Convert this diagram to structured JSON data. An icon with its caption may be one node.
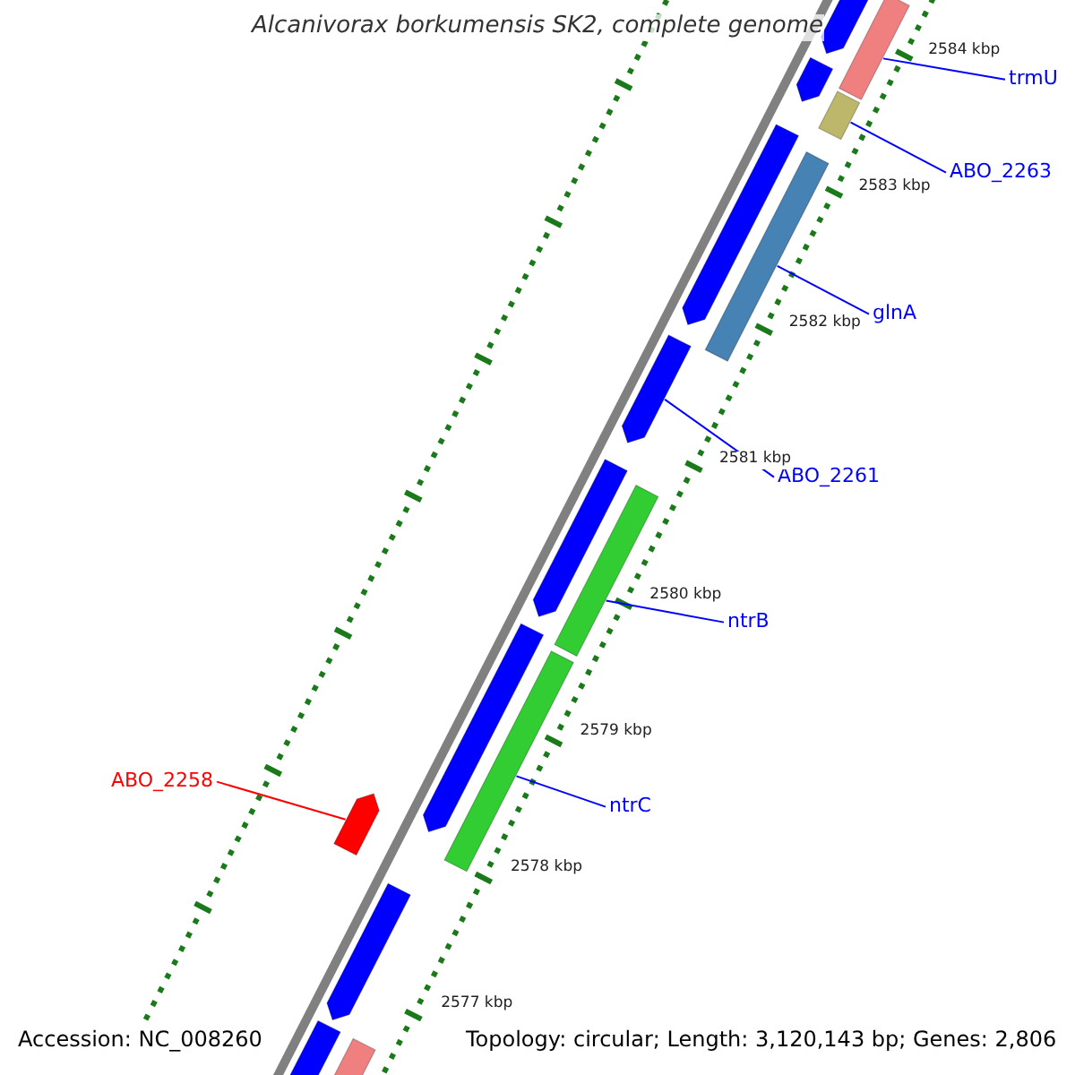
{
  "diagram": {
    "title": "Alcanivorax borkumensis SK2, complete genome",
    "nodes": [
      {
        "text": [
          "trmU"
        ]
      },
      {
        "text": [],
        "shape": "bar"
      },
      {
        "text": [
          "ABO_2263"
        ]
      },
      {
        "text": [],
        "shape": "bar"
      },
      {
        "text": [
          "glnA"
        ]
      },
      {
        "text": [],
        "shape": "bar"
      },
      {
        "text": [
          "ABO_2261"
        ]
      },
      {
        "text": [],
        "shape": "bar"
      },
      {
        "text": [
          "ntrB"
        ]
      },
      {
        "text": [],
        "shape": "bar"
      },
      {
        "text": [
          "ntrC"
        ]
      },
      {
        "text": [],
        "shape": "bar"
      },
      {
        "text": [
          "ABO_2258"
        ]
      },
      {
        "text": [],
        "shape": "bar"
      },
      {
        "text": [],
        "shape": "bar"
      },
      {
        "text": [],
        "shape": "bar"
      },
      {
        "text": [],
        "shape": "bar"
      },
      {
        "text": [],
        "shape": "bar"
      },
      {
        "text": [],
        "shape": "bar"
      },
      {
        "text": [],
        "shape": "bar"
      },
      {
        "text": [],
        "shape": "bar"
      },
      {
        "text": [],
        "shape": "bar"
      }
    ],
    "edges": [
      {
        "from": 0,
        "to": 1,
        "arrow": "none"
      },
      {
        "from": 2,
        "to": 3,
        "arrow": "none"
      },
      {
        "from": 4,
        "to": 5,
        "arrow": "none"
      },
      {
        "from": 6,
        "to": 7,
        "arrow": "none"
      },
      {
        "from": 8,
        "to": 9,
        "arrow": "none"
      },
      {
        "from": 10,
        "to": 11,
        "arrow": "none"
      },
      {
        "from": 12,
        "to": 13,
        "arrow": "none",
        "color": "#ff0000"
      }
    ],
    "labels": [
      "2584 kbp",
      "2583 kbp",
      "2582 kbp",
      "2581 kbp",
      "2580 kbp",
      "2579 kbp",
      "2578 kbp",
      "2577 kbp",
      "Accession: NC_008260",
      "Topology: circular; Length: 3,120,143 bp; Genes: 2,806"
    ]
  }
}
